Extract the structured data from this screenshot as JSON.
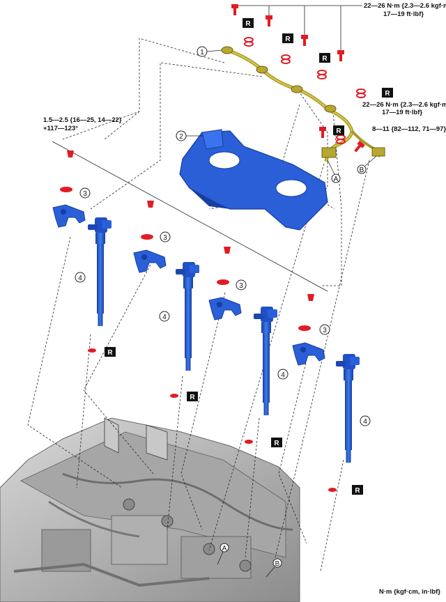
{
  "torques": {
    "pipe_bolts_line1": "22—26 N·m {2.3—2.6 kgf·m,",
    "pipe_bolts_line2": "17—19 ft·lbf}",
    "pipe_mid_line1": "22—26 N·m {2.3—2.6 kgf·m,",
    "pipe_mid_line2": "17—19 ft·lbf}",
    "nut_b": "8—11 {82—112, 71—97}",
    "clamp_bolts_line1": "1.5—2.5 {16—25, 14—22}",
    "clamp_bolts_line2": "+117—123°"
  },
  "part_numbers": {
    "pipe": "1",
    "insulator": "2",
    "clamp": "3",
    "injector": "4"
  },
  "replace_marker": "R",
  "points": {
    "a": "A",
    "b": "B"
  },
  "units_note": "N·m {kgf·cm, in·lbf}",
  "colors": {
    "injector_blue": "#2a5fd8",
    "part_red": "#e21b23",
    "pipe_olive": "#a89a2a",
    "engine_grey": "#b9b9b9"
  }
}
